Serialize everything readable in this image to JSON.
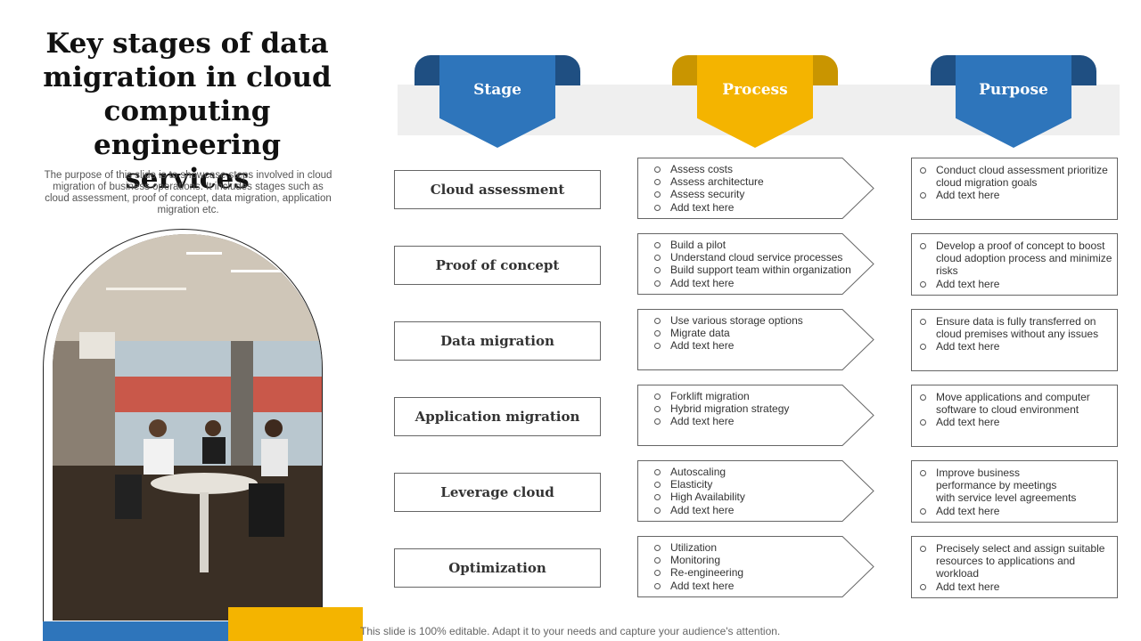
{
  "slide": {
    "title": "Key stages of data migration in cloud computing engineering services",
    "subtitle": "The purpose of this slide is to showcase steps involved in cloud migration of business operations. It includes stages such as cloud assessment, proof of concept, data migration, application migration etc.",
    "footnote": "This slide is 100% editable. Adapt it to your needs and capture your audience's attention."
  },
  "headers": {
    "stage": "Stage",
    "process": "Process",
    "purpose": "Purpose"
  },
  "colors": {
    "blue": "#2e75bb",
    "dark_blue": "#1f4f82",
    "yellow": "#f4b400",
    "band": "#efefef"
  },
  "rows": [
    {
      "stage": "Cloud assessment",
      "process": [
        "Assess costs",
        "Assess architecture",
        "Assess security",
        "Add text here"
      ],
      "purpose": [
        "Conduct cloud assessment prioritize cloud migration goals",
        "Add text here"
      ]
    },
    {
      "stage": "Proof of concept",
      "process": [
        "Build a pilot",
        "Understand cloud service processes",
        "Build support team within organization",
        "Add text here"
      ],
      "purpose": [
        "Develop a proof of concept to boost cloud adoption process and minimize risks",
        "Add text here"
      ]
    },
    {
      "stage": "Data migration",
      "process": [
        "Use various storage options",
        "Migrate data",
        "Add text here"
      ],
      "purpose": [
        "Ensure data is fully transferred on cloud premises without any issues",
        "Add text here"
      ]
    },
    {
      "stage": "Application migration",
      "process": [
        "Forklift migration",
        "Hybrid migration strategy",
        "Add text here"
      ],
      "purpose": [
        "Move  applications and computer software to cloud environment",
        "Add text here"
      ]
    },
    {
      "stage": "Leverage cloud",
      "process": [
        "Autoscaling",
        "Elasticity",
        "High Availability",
        "Add text here"
      ],
      "purpose": [
        "Improve business\nperformance by meetings\nwith service level agreements",
        "Add text here"
      ]
    },
    {
      "stage": "Optimization",
      "process": [
        "Utilization",
        "Monitoring",
        "Re-engineering",
        "Add text here"
      ],
      "purpose": [
        "Precisely select and assign suitable resources to applications and workload",
        "Add text here"
      ]
    }
  ]
}
